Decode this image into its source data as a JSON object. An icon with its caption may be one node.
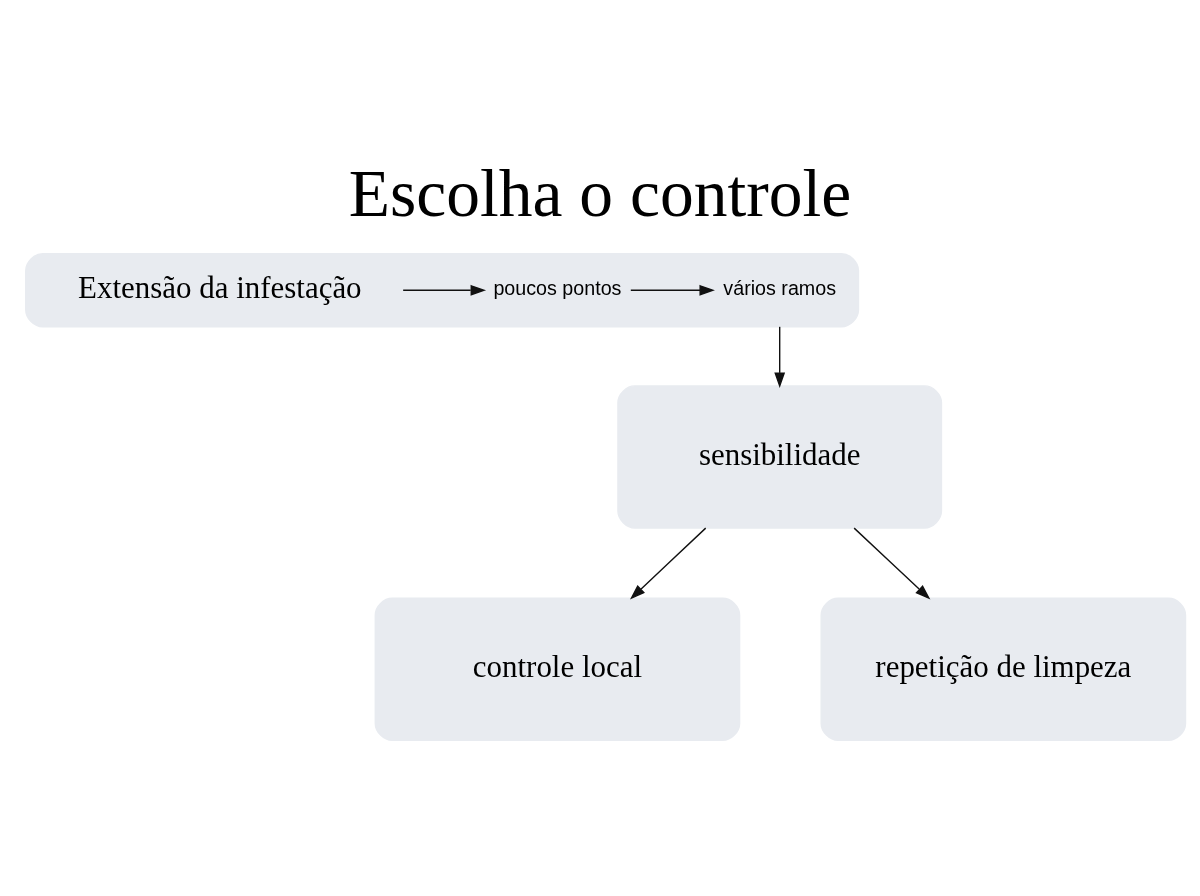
{
  "diagram": {
    "title": "Escolha o controle",
    "nodes": [
      {
        "text": [],
        "shape": "box"
      },
      {
        "text": [
          "Extensão da infestação"
        ],
        "in": 0
      },
      {
        "text": [
          "poucos pontos"
        ],
        "in": 0
      },
      {
        "text": [
          "vários ramos"
        ],
        "in": 0
      },
      {
        "text": [
          "sensibilidade"
        ]
      },
      {
        "text": [
          "controle local"
        ]
      },
      {
        "text": [
          "repetição de limpeza"
        ]
      }
    ],
    "edges": [
      {
        "from": 1,
        "to": 2,
        "arrow": "to"
      },
      {
        "from": 2,
        "to": 3,
        "arrow": "to"
      },
      {
        "from": 0,
        "to": 4,
        "arrow": "to"
      },
      {
        "from": 4,
        "to": 5,
        "arrow": "to"
      },
      {
        "from": 4,
        "to": 6,
        "arrow": "to"
      }
    ]
  }
}
